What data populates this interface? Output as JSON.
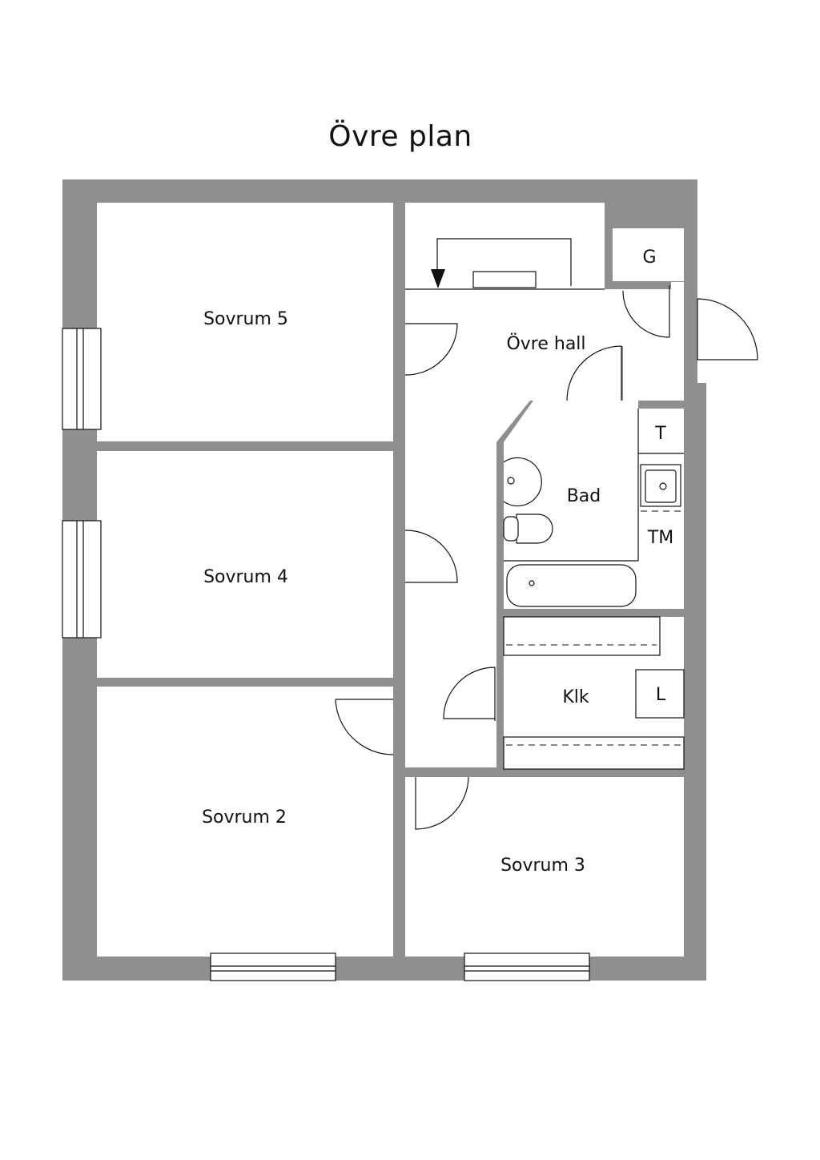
{
  "title": "Övre plan",
  "rooms": {
    "sovrum5": "Sovrum 5",
    "sovrum4": "Sovrum 4",
    "sovrum2": "Sovrum 2",
    "sovrum3": "Sovrum 3",
    "ovre_hall": "Övre hall",
    "bad": "Bad",
    "klk": "Klk",
    "g": "G",
    "t": "T",
    "tm": "TM",
    "l": "L"
  },
  "colors": {
    "wall": "#8f8f8f",
    "line": "#111111",
    "background": "#ffffff"
  }
}
